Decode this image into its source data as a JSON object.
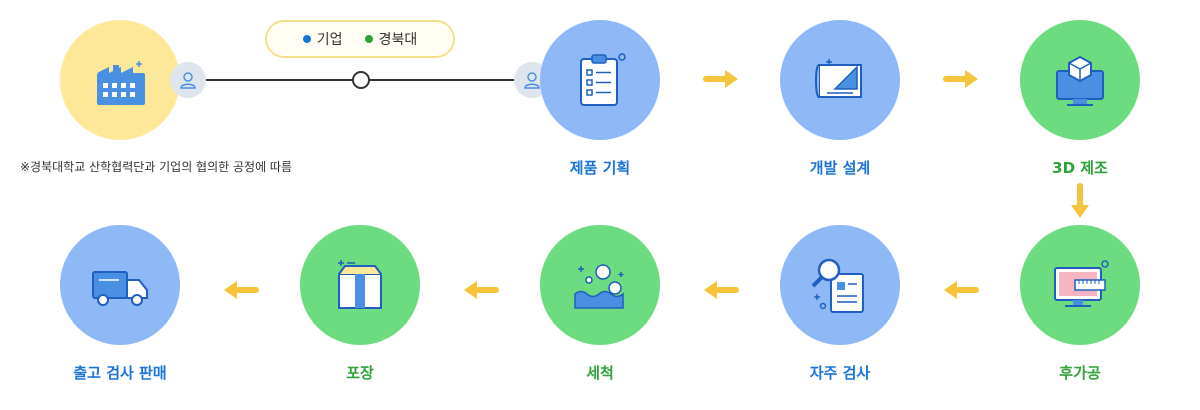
{
  "legend": {
    "company": "기업",
    "university": "경북대"
  },
  "colors": {
    "blue": "#1a73d9",
    "green": "#2ea33a",
    "circle_blue": "#8fb8f7",
    "circle_green": "#6ddb7f",
    "circle_yellow": "#fde89a",
    "arrow": "#f5c43a"
  },
  "note": "※경북대학교 산학협력단과 기업의 협의한 공정에 따름",
  "steps": {
    "planning": "제품 기획",
    "design": "개발 설계",
    "manufacture": "3D 제조",
    "postprocess": "후가공",
    "inspection": "자주 검사",
    "washing": "세척",
    "packaging": "포장",
    "shipping": "출고 검사 판매"
  }
}
